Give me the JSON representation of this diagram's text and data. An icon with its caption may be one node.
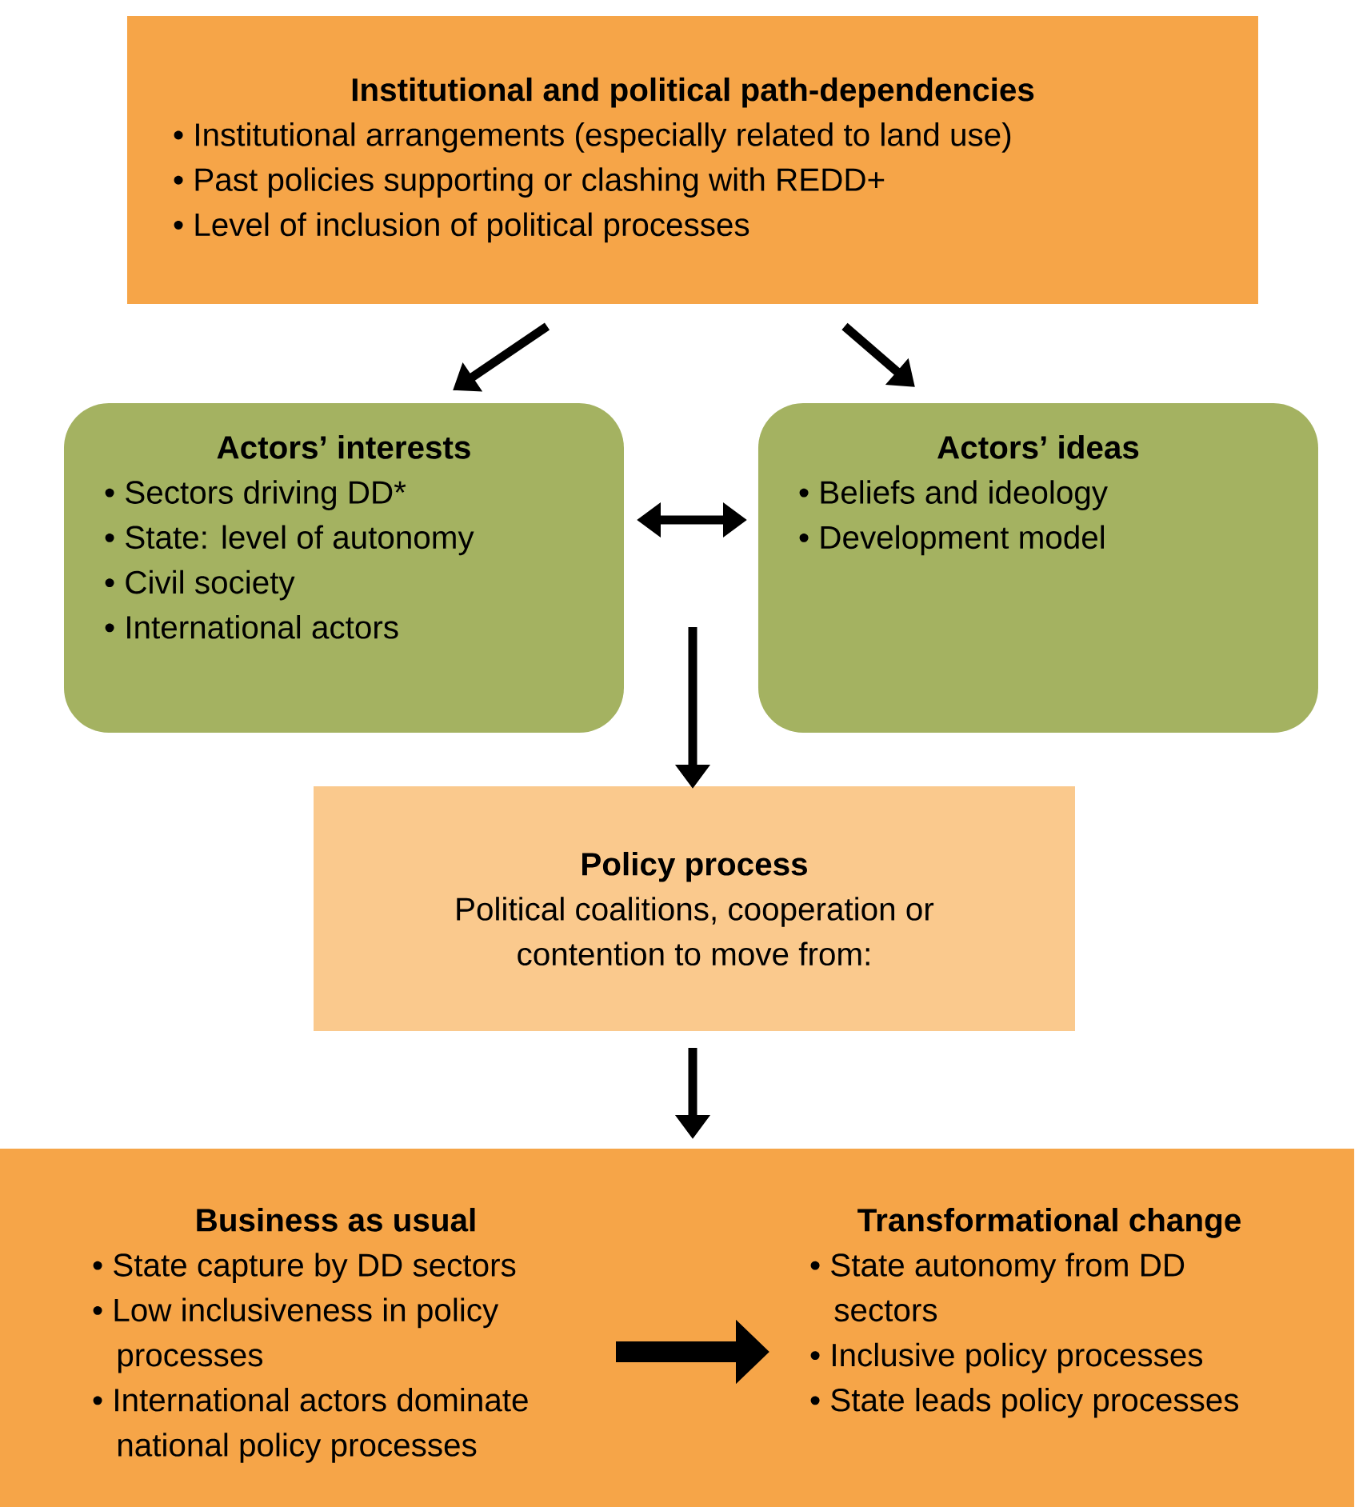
{
  "diagram": {
    "nodes": [
      {
        "text": [
          "Institutional and political path-dependencies",
          "• Institutional arrangements (especially related to land use)",
          "• Past policies supporting or clashing with REDD+",
          "• Level of inclusion of political processes"
        ]
      },
      {
        "text": [
          "Actors’ interests",
          "• Sectors driving DD*",
          "• State: level of autonomy",
          "• Civil society",
          "• International actors"
        ]
      },
      {
        "text": [
          "Actors’ ideas",
          "• Beliefs and ideology",
          "• Development model"
        ]
      },
      {
        "text": [
          "Policy process",
          "Political coalitions, cooperation or contention to move from:"
        ]
      },
      {
        "text": [],
        "shape": "box"
      },
      {
        "text": [
          "Business as usual",
          "• State capture by DD sectors",
          "• Low inclusiveness in policy processes",
          "• International actors dominate national policy processes"
        ],
        "in": 4
      },
      {
        "text": [
          "Transformational change",
          "• State autonomy from DD sectors",
          "• Inclusive policy processes",
          "• State leads policy processes"
        ],
        "in": 4
      }
    ],
    "edges": [
      {
        "from": 0,
        "to": 1,
        "arrow": "to"
      },
      {
        "from": 0,
        "to": 2,
        "arrow": "to"
      },
      {
        "from": 1,
        "to": 2,
        "arrow": "both"
      },
      {
        "from": null,
        "to": 3,
        "arrow": "to"
      },
      {
        "from": 3,
        "to": 4,
        "arrow": "to"
      },
      {
        "from": 5,
        "to": 6,
        "arrow": "to",
        "style": "thick"
      }
    ]
  }
}
